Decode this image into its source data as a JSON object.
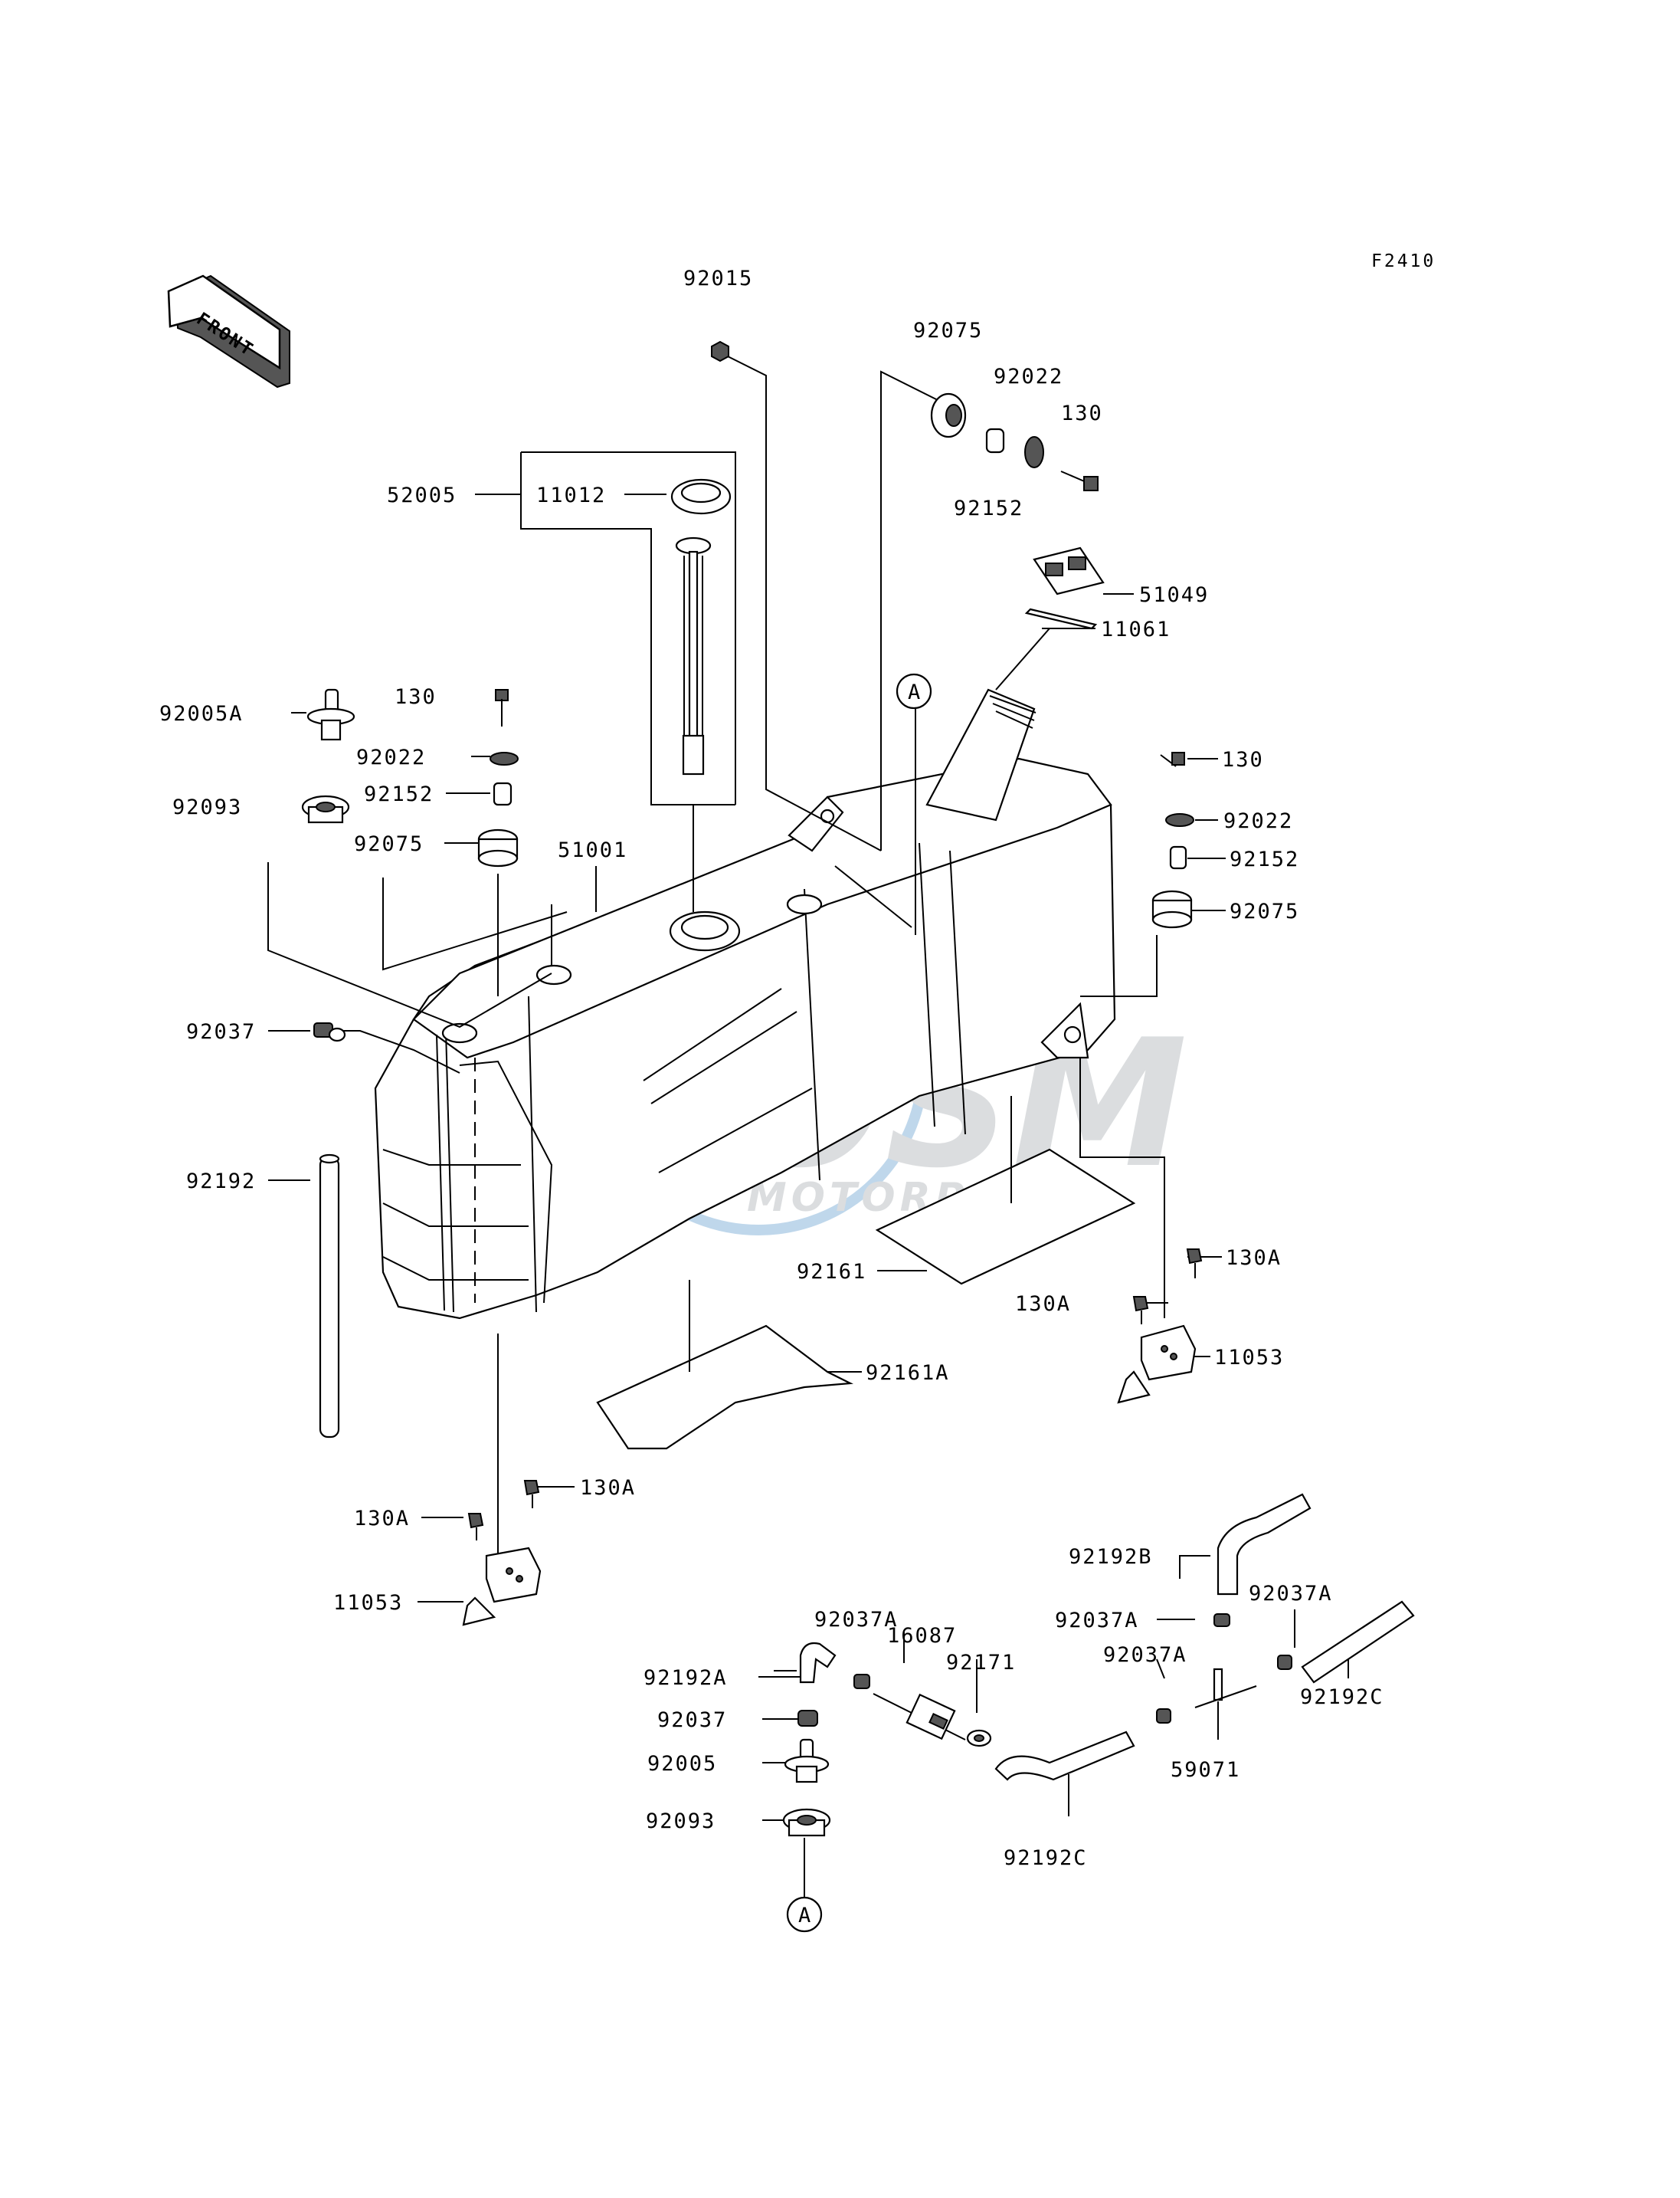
{
  "figure_code": "F2410",
  "front_arrow": {
    "label": "FRONT"
  },
  "watermark": {
    "brand": "OSM",
    "sub": "MOTORPARTS",
    "color": "#4a90c8"
  },
  "labels": {
    "l92015": "92015",
    "l92075_top": "92075",
    "l92022_top": "92022",
    "l130_top": "130",
    "l92152_top": "92152",
    "l52005": "52005",
    "l11012": "11012",
    "l51049": "51049",
    "l11061": "11061",
    "lA_top": "A",
    "l92005A": "92005A",
    "l130_left": "130",
    "l92022_left": "92022",
    "l92093_left": "92093",
    "l92152_left": "92152",
    "l92075_left": "92075",
    "l51001": "51001",
    "l130_right": "130",
    "l92022_right": "92022",
    "l92152_right": "92152",
    "l92075_right": "92075",
    "l92037_left": "92037",
    "l92192_left": "92192",
    "l92161": "92161",
    "l130A_r1": "130A",
    "l130A_r2": "130A",
    "l11053_right": "11053",
    "l92161A": "92161A",
    "l130A_l1": "130A",
    "l130A_l2": "130A",
    "l11053_left": "11053",
    "l92192B": "92192B",
    "l92037A_1": "92037A",
    "l16087": "16087",
    "l92037A_2": "92037A",
    "l92037A_3": "92037A",
    "l92037A_4": "92037A",
    "l92192A": "92192A",
    "l92171": "92171",
    "l92192C_right": "92192C",
    "l92037_bottom": "92037",
    "l92005": "92005",
    "l59071": "59071",
    "l92093_bottom": "92093",
    "l92192C_bottom": "92192C",
    "lA_bottom": "A"
  }
}
